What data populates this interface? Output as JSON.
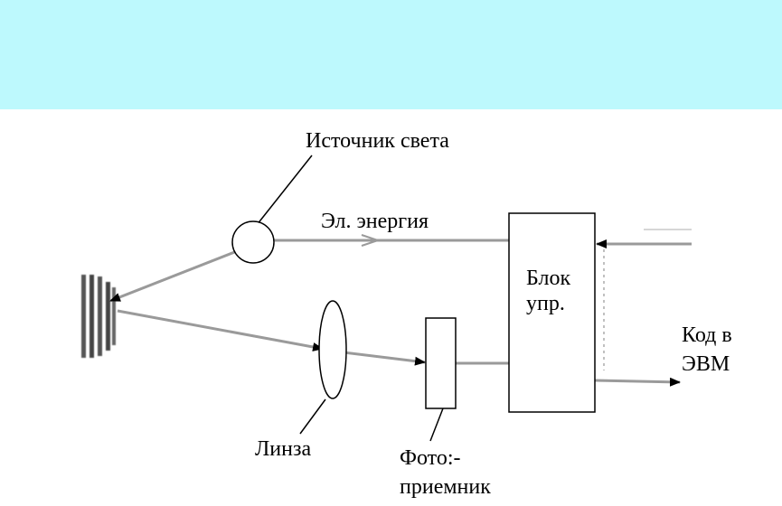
{
  "header": {
    "background": "#bdf9fd"
  },
  "diagram": {
    "labels": {
      "light_source": "Источник света",
      "electric_energy": "Эл. энергия",
      "control_block_line1": "Блок",
      "control_block_line2": "упр.",
      "code_to_computer_line1": "Код в",
      "code_to_computer_line2": "ЭВМ",
      "lens": "Линза",
      "photodetector_line1": "Фото:-",
      "photodetector_line2": "приемник"
    },
    "colors": {
      "line": "#9a9a9a",
      "outline": "#000000",
      "arrow": "#000000",
      "object_stripes": "#444444"
    }
  }
}
